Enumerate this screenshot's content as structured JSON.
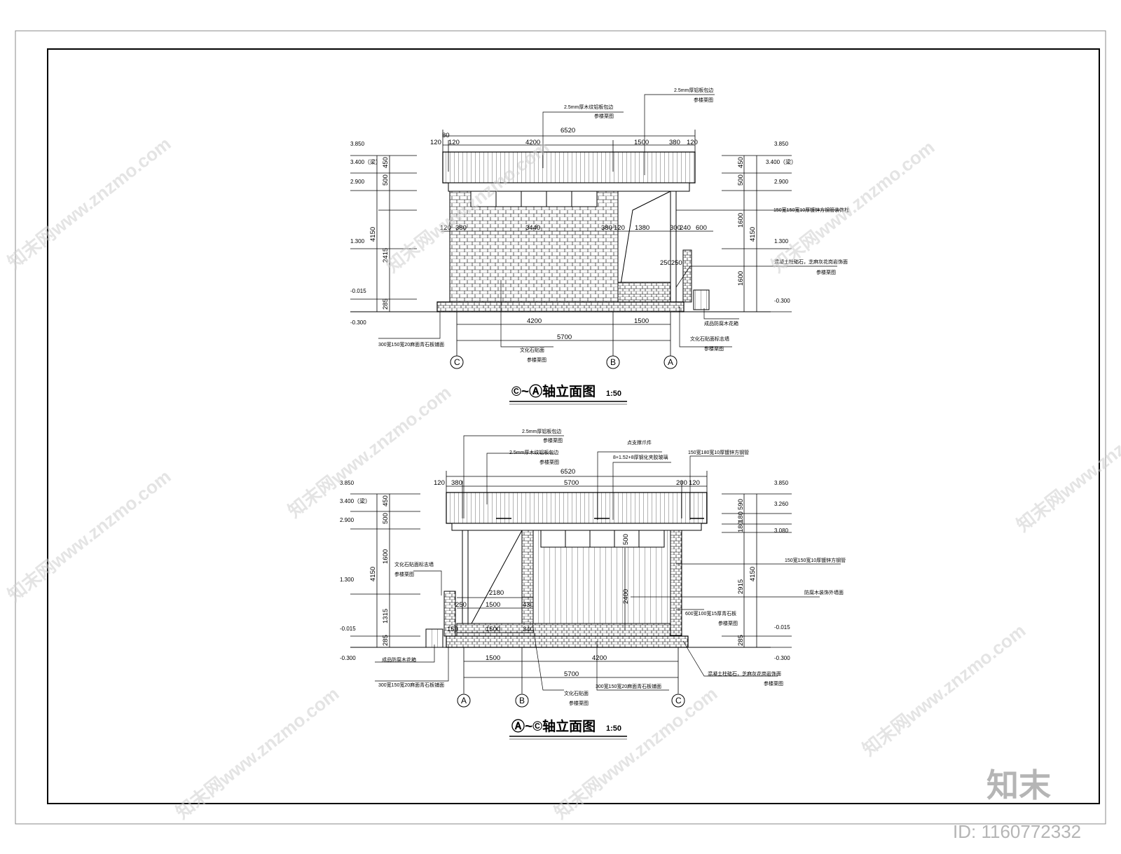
{
  "elevation_top": {
    "title": "©~Ⓐ轴立面图",
    "scale": "1:50",
    "axes": [
      "C",
      "B",
      "A"
    ],
    "dims_top": [
      "120",
      "80",
      "120",
      "4200",
      "1500",
      "380",
      "120"
    ],
    "dim_overall_top": "6520",
    "dims_mid": [
      "120",
      "380",
      "3440",
      "380",
      "120",
      "1380",
      "300",
      "240",
      "600"
    ],
    "dim_small": "250250",
    "dims_bottom": [
      "4200",
      "1500"
    ],
    "dim_overall_bottom": "5700",
    "left_dims": [
      "450",
      "500",
      "4150",
      "2415",
      "285"
    ],
    "right_dims": [
      "450",
      "500",
      "1600",
      "4150",
      "1600"
    ],
    "left_elevations": [
      "3.850",
      "3.400（梁）",
      "2.900",
      "1.300",
      "-0.015",
      "-0.300"
    ],
    "right_elevations": [
      "3.850",
      "3.400（梁）",
      "2.900",
      "1.300",
      "-0.300"
    ],
    "notes": {
      "roof_aluminum": "2.5mm厚铝板包边",
      "roof_aluminum_ref": "参楼栗图",
      "roof_wood": "2.5mm厚木纹铝板包边",
      "roof_wood_ref": "参楼栗图",
      "steel_column": "150宽150宽10厚镀锌方钢管装饰柱",
      "concrete": "混凝土柱础石，芝麻灰花岗岩饰面",
      "concrete_ref": "参楼栗图",
      "planter": "成品防腐木花箱",
      "stone_planter": "文化石贴面标志墙",
      "stone_planter_ref": "参楼栗图",
      "base_stone": "300宽150宽20麻面青石板铺面",
      "culture_stone": "文化石贴面",
      "culture_stone_ref": "参楼栗图"
    }
  },
  "elevation_bottom": {
    "title": "Ⓐ~©轴立面图",
    "scale": "1:50",
    "axes": [
      "A",
      "B",
      "C"
    ],
    "dims_top": [
      "120",
      "380",
      "5700",
      "200",
      "120"
    ],
    "dim_overall_top": "6520",
    "dims_inner": [
      "2180",
      "250",
      "1500",
      "430",
      "150",
      "1500",
      "340",
      "500",
      "2400"
    ],
    "dims_bottom": [
      "1500",
      "4200"
    ],
    "dim_overall_bottom": "5700",
    "left_dims": [
      "450",
      "500",
      "1600",
      "4150",
      "1315",
      "285"
    ],
    "right_dims": [
      "590",
      "180",
      "180",
      "2915",
      "4150",
      "285"
    ],
    "left_elevations": [
      "3.850",
      "3.400（梁）",
      "2.900",
      "1.300",
      "-0.015",
      "-0.300"
    ],
    "right_elevations": [
      "3.850",
      "3.260",
      "3.080",
      "-0.015",
      "-0.300"
    ],
    "notes": {
      "roof_aluminum": "2.5mm厚铝板包边",
      "roof_aluminum_ref": "参楼栗图",
      "roof_wood": "2.5mm厚木纹铝板包边",
      "roof_wood_ref": "参楼栗图",
      "support": "点支撑爪件",
      "glass": "8+1.52+8厚钢化夹胶玻璃",
      "steel_pipe": "150宽180宽10厚镀锌方钢管",
      "steel_column": "150宽150宽10厚镀锌方钢管",
      "stone_wall": "文化石贴面标志墙",
      "stone_wall_ref": "参楼栗图",
      "wood_wall": "防腐木装饰外墙面",
      "slate": "600宽100宽15厚青石板",
      "slate_ref": "参楼栗图",
      "planter": "成品防腐木花箱",
      "base_stone": "300宽150宽20麻面青石板铺面",
      "culture_stone": "文化石贴面",
      "culture_stone_ref": "参楼栗图",
      "base_stone2": "300宽150宽20麻面青石板铺面",
      "concrete": "混凝土柱础石，芝麻灰花岗岩饰面",
      "concrete_ref": "参楼栗图"
    }
  },
  "watermark": {
    "text": "知末网www.znzmo.com",
    "brand": "知末",
    "id_label": "ID: 1160772332"
  }
}
